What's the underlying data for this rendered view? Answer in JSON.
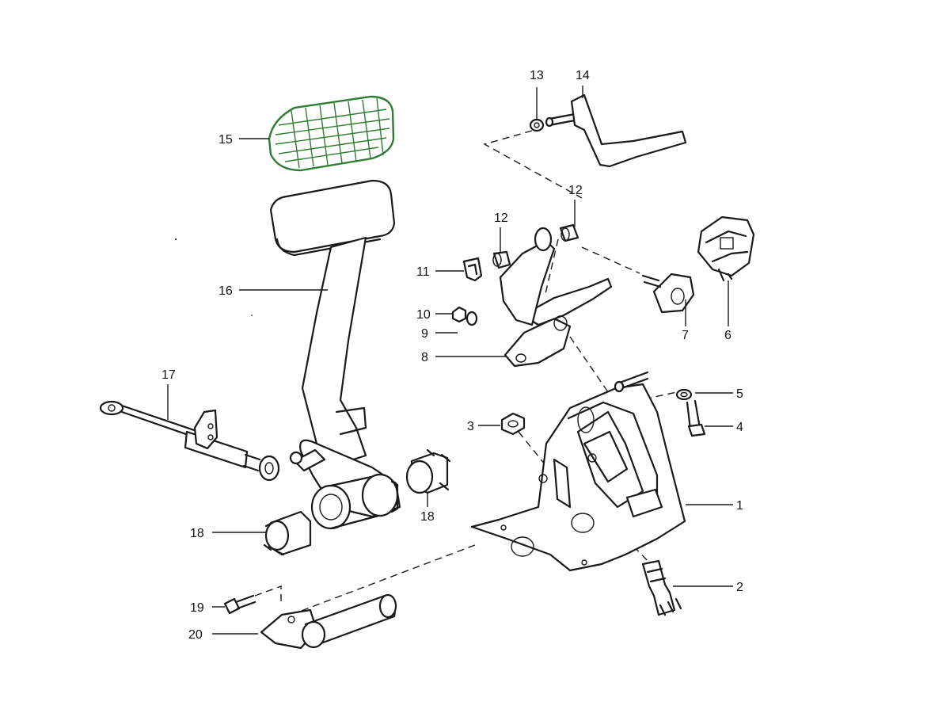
{
  "highlight_color": "#2e7d32",
  "callouts": {
    "c1": "1",
    "c2": "2",
    "c3": "3",
    "c4": "4",
    "c5": "5",
    "c6": "6",
    "c7": "7",
    "c8": "8",
    "c9": "9",
    "c10": "10",
    "c11": "11",
    "c12a": "12",
    "c12b": "12",
    "c13": "13",
    "c14": "14",
    "c15": "15",
    "c16": "16",
    "c17": "17",
    "c18a": "18",
    "c18b": "18",
    "c19": "19",
    "c20": "20"
  }
}
